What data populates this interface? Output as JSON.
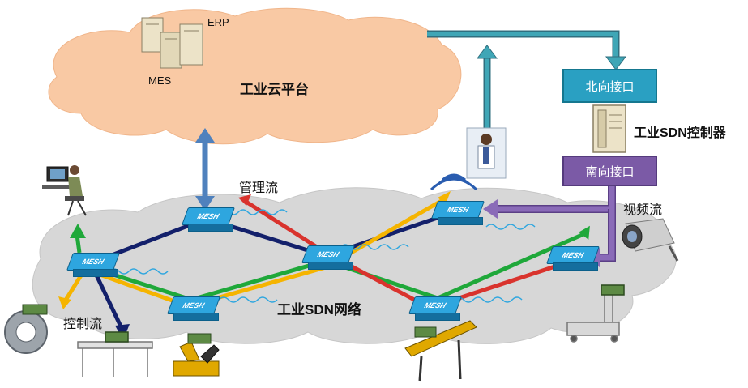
{
  "cloud": {
    "title": "工业云平台",
    "erp_label": "ERP",
    "mes_label": "MES"
  },
  "controller": {
    "title": "工业SDN控制器",
    "north_label": "北向接口",
    "south_label": "南向接口",
    "box_color": "#2aa0c2",
    "south_color": "#7b5aa6"
  },
  "network": {
    "title": "工业SDN网络",
    "node_label": "MESH",
    "node_count": 7
  },
  "flows": {
    "management": "管理流",
    "control": "控制流",
    "video": "视频流"
  },
  "colors": {
    "cloud_orange": "#f9c9a4",
    "cloud_grey": "#d7d7d7",
    "green": "#1fa83a",
    "yellow": "#f5b400",
    "red": "#d9332d",
    "navy": "#13206b",
    "blue_arrow": "#4f81bd",
    "teal_arrow": "#2f8f9f",
    "purple_arrow": "#7b5aa6"
  },
  "icons": [
    "server-icon",
    "operator-icon",
    "engineer-icon",
    "camera-icon",
    "wireless-icon",
    "robot-arm-icon",
    "conveyor-icon",
    "workbench-icon",
    "gear-part-icon",
    "cart-icon"
  ]
}
